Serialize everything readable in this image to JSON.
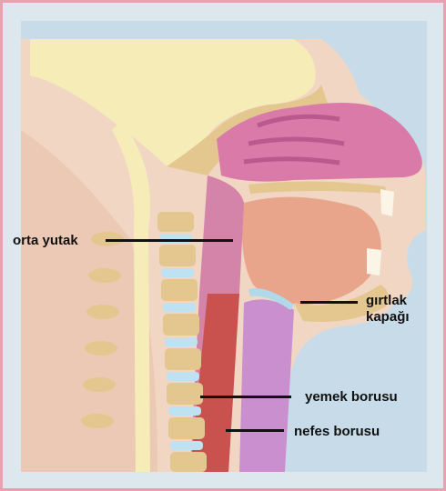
{
  "diagram": {
    "labels": {
      "orta_yutak": "orta yutak",
      "girtlak_kapagi_line1": "gırtlak",
      "girtlak_kapagi_line2": "kapağı",
      "yemek_borusu": "yemek borusu",
      "nefes_borusu": "nefes borusu"
    },
    "colors": {
      "frame_border": "#e7a1b0",
      "background": "#c7dce8",
      "skin": "#f1d6c4",
      "brain": "#f6ecb8",
      "nasal_cavity": "#d97aa8",
      "tongue": "#e9a48c",
      "vertebra": "#e3c78f",
      "disc": "#bfe2f2",
      "esophagus": "#c9524e",
      "trachea": "#c98fcf",
      "leader_line": "#111111"
    }
  }
}
